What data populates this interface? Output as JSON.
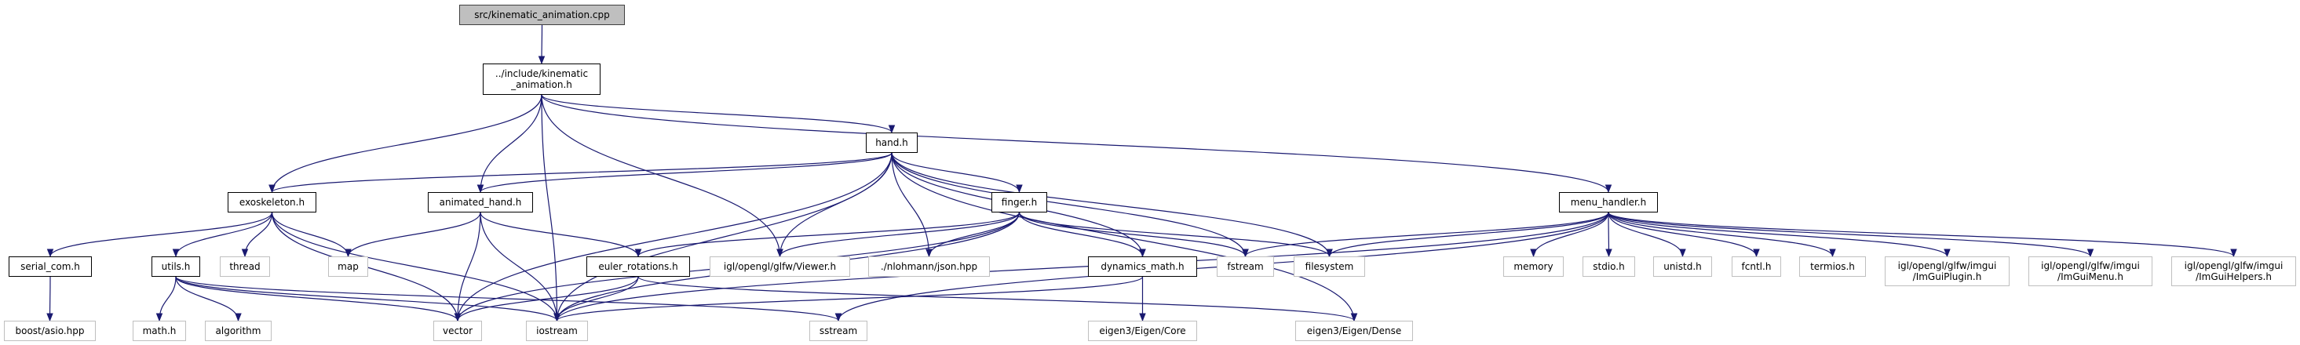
{
  "diagram": {
    "type": "include-dependency-graph",
    "edge_color": "#191970",
    "root_fill": "#bfbfbf",
    "external_border": "#bfbfbf",
    "nodes": [
      {
        "id": "root",
        "label": "src/kinematic_animation.cpp",
        "kind": "root"
      },
      {
        "id": "kin",
        "label": "../include/kinematic\n_animation.h",
        "kind": "internal"
      },
      {
        "id": "hand",
        "label": "hand.h",
        "kind": "internal"
      },
      {
        "id": "exo",
        "label": "exoskeleton.h",
        "kind": "internal"
      },
      {
        "id": "ahand",
        "label": "animated_hand.h",
        "kind": "internal"
      },
      {
        "id": "finger",
        "label": "finger.h",
        "kind": "internal"
      },
      {
        "id": "menu",
        "label": "menu_handler.h",
        "kind": "internal"
      },
      {
        "id": "serial",
        "label": "serial_com.h",
        "kind": "internal"
      },
      {
        "id": "utils",
        "label": "utils.h",
        "kind": "internal"
      },
      {
        "id": "thread",
        "label": "thread",
        "kind": "external"
      },
      {
        "id": "map",
        "label": "map",
        "kind": "external"
      },
      {
        "id": "euler",
        "label": "euler_rotations.h",
        "kind": "internal"
      },
      {
        "id": "viewer",
        "label": "igl/opengl/glfw/Viewer.h",
        "kind": "external"
      },
      {
        "id": "json",
        "label": "./nlohmann/json.hpp",
        "kind": "external"
      },
      {
        "id": "dyn",
        "label": "dynamics_math.h",
        "kind": "internal"
      },
      {
        "id": "fstream",
        "label": "fstream",
        "kind": "external"
      },
      {
        "id": "filesystem",
        "label": "filesystem",
        "kind": "external"
      },
      {
        "id": "memory",
        "label": "memory",
        "kind": "external"
      },
      {
        "id": "stdio",
        "label": "stdio.h",
        "kind": "external"
      },
      {
        "id": "unistd",
        "label": "unistd.h",
        "kind": "external"
      },
      {
        "id": "fcntl",
        "label": "fcntl.h",
        "kind": "external"
      },
      {
        "id": "termios",
        "label": "termios.h",
        "kind": "external"
      },
      {
        "id": "plugin",
        "label": "igl/opengl/glfw/imgui\n/ImGuiPlugin.h",
        "kind": "external"
      },
      {
        "id": "imenu",
        "label": "igl/opengl/glfw/imgui\n/ImGuiMenu.h",
        "kind": "external"
      },
      {
        "id": "helpers",
        "label": "igl/opengl/glfw/imgui\n/ImGuiHelpers.h",
        "kind": "external"
      },
      {
        "id": "boost",
        "label": "boost/asio.hpp",
        "kind": "external"
      },
      {
        "id": "math",
        "label": "math.h",
        "kind": "external"
      },
      {
        "id": "algorithm",
        "label": "algorithm",
        "kind": "external"
      },
      {
        "id": "vector",
        "label": "vector",
        "kind": "external"
      },
      {
        "id": "iostream",
        "label": "iostream",
        "kind": "external"
      },
      {
        "id": "sstream",
        "label": "sstream",
        "kind": "external"
      },
      {
        "id": "core",
        "label": "eigen3/Eigen/Core",
        "kind": "external"
      },
      {
        "id": "dense",
        "label": "eigen3/Eigen/Dense",
        "kind": "external"
      }
    ],
    "edges": [
      [
        "root",
        "kin"
      ],
      [
        "kin",
        "exo"
      ],
      [
        "kin",
        "iostream"
      ],
      [
        "kin",
        "ahand"
      ],
      [
        "kin",
        "viewer"
      ],
      [
        "kin",
        "hand"
      ],
      [
        "kin",
        "menu"
      ],
      [
        "hand",
        "exo"
      ],
      [
        "hand",
        "ahand"
      ],
      [
        "hand",
        "vector"
      ],
      [
        "hand",
        "iostream"
      ],
      [
        "hand",
        "viewer"
      ],
      [
        "hand",
        "json"
      ],
      [
        "hand",
        "finger"
      ],
      [
        "hand",
        "dyn"
      ],
      [
        "hand",
        "fstream"
      ],
      [
        "hand",
        "filesystem"
      ],
      [
        "hand",
        "dense"
      ],
      [
        "exo",
        "serial"
      ],
      [
        "exo",
        "utils"
      ],
      [
        "exo",
        "thread"
      ],
      [
        "exo",
        "map"
      ],
      [
        "exo",
        "vector"
      ],
      [
        "exo",
        "iostream"
      ],
      [
        "ahand",
        "map"
      ],
      [
        "ahand",
        "vector"
      ],
      [
        "ahand",
        "iostream"
      ],
      [
        "ahand",
        "euler"
      ],
      [
        "finger",
        "euler"
      ],
      [
        "finger",
        "viewer"
      ],
      [
        "finger",
        "json"
      ],
      [
        "finger",
        "dyn"
      ],
      [
        "finger",
        "fstream"
      ],
      [
        "finger",
        "filesystem"
      ],
      [
        "finger",
        "vector"
      ],
      [
        "finger",
        "iostream"
      ],
      [
        "menu",
        "fstream"
      ],
      [
        "menu",
        "filesystem"
      ],
      [
        "menu",
        "iostream"
      ],
      [
        "menu",
        "sstream"
      ],
      [
        "menu",
        "memory"
      ],
      [
        "menu",
        "stdio"
      ],
      [
        "menu",
        "unistd"
      ],
      [
        "menu",
        "fcntl"
      ],
      [
        "menu",
        "termios"
      ],
      [
        "menu",
        "plugin"
      ],
      [
        "menu",
        "imenu"
      ],
      [
        "menu",
        "helpers"
      ],
      [
        "serial",
        "boost"
      ],
      [
        "utils",
        "math"
      ],
      [
        "utils",
        "algorithm"
      ],
      [
        "utils",
        "vector"
      ],
      [
        "utils",
        "iostream"
      ],
      [
        "utils",
        "sstream"
      ],
      [
        "euler",
        "vector"
      ],
      [
        "euler",
        "iostream"
      ],
      [
        "euler",
        "dense"
      ],
      [
        "dyn",
        "core"
      ],
      [
        "dyn",
        "iostream"
      ]
    ]
  }
}
